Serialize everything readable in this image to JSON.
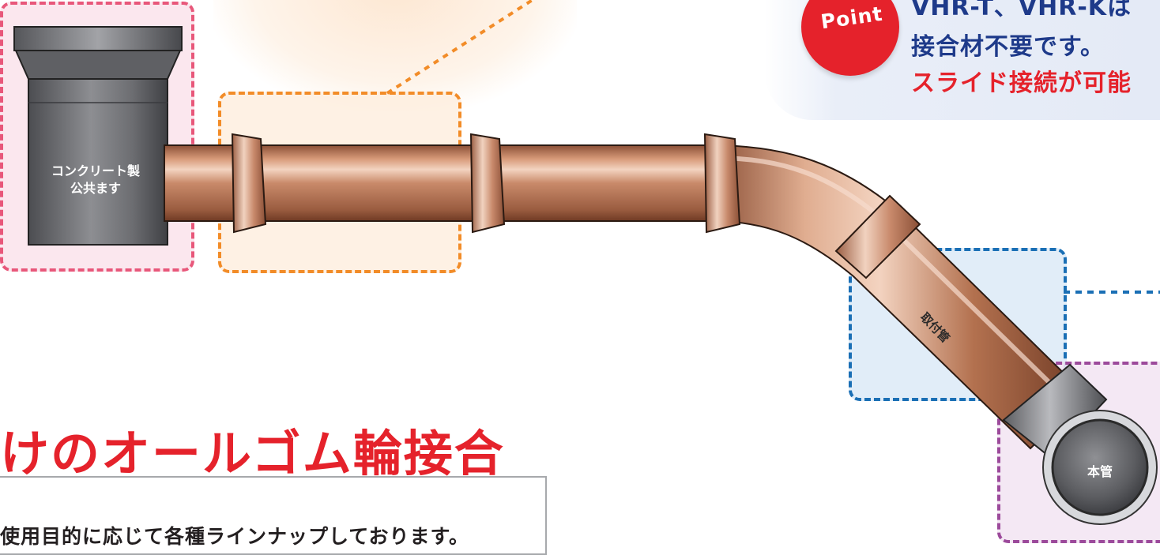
{
  "callout": {
    "badge": "Point",
    "line1": "VHR-T、VHR-Kは",
    "line2": "接合材不要です。",
    "line3": "スライド接続が可能"
  },
  "labels": {
    "basin_line1": "コンクリート製",
    "basin_line2": "公共ます",
    "branch_pipe": "取付管",
    "main_pipe": "本管"
  },
  "headline": "けのオールゴム輪接合",
  "description": "使用目的に応じて各種ラインナップしております。",
  "colors": {
    "accent_red": "#e5222b",
    "pipe": "#b87556",
    "basin": "#6e6f73",
    "pink_box": "#e8577a",
    "orange_box": "#f28c28",
    "blue_box": "#1a6fb5",
    "purple_box": "#9c4a9b"
  }
}
